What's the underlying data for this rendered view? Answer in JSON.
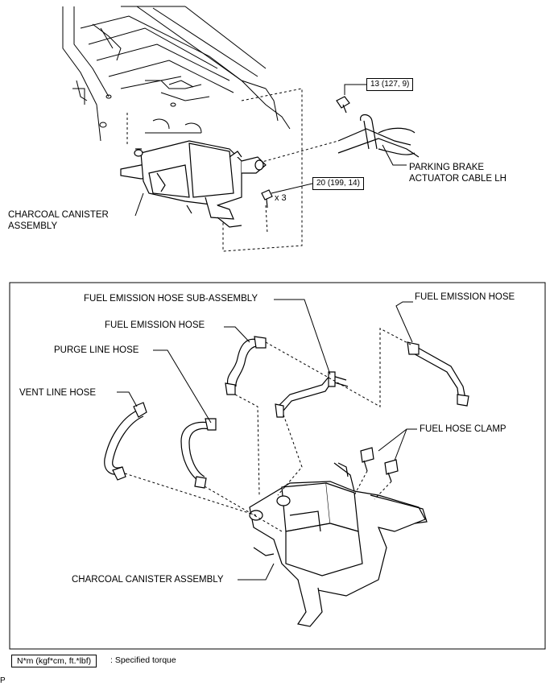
{
  "top": {
    "torque_bolt": "13 (127, 9)",
    "torque_bolts": "20 (199, 14)",
    "multiplier": "x 3",
    "parking_brake_line1": "PARKING BRAKE",
    "parking_brake_line2": "ACTUATOR CABLE LH",
    "canister_line1": "CHARCOAL CANISTER",
    "canister_line2": "ASSEMBLY"
  },
  "bottom": {
    "fuel_emission_hose_sub": "FUEL EMISSION HOSE SUB-ASSEMBLY",
    "fuel_emission_hose_right": "FUEL EMISSION HOSE",
    "fuel_emission_hose_left": "FUEL EMISSION HOSE",
    "purge_line_hose": "PURGE LINE HOSE",
    "vent_line_hose": "VENT LINE HOSE",
    "fuel_hose_clamp": "FUEL HOSE CLAMP",
    "charcoal_canister_assembly": "CHARCOAL CANISTER ASSEMBLY"
  },
  "legend": {
    "unit_box": "N*m (kgf*cm, ft.*lbf)",
    "description": ": Specified torque"
  },
  "page_marker": "P"
}
